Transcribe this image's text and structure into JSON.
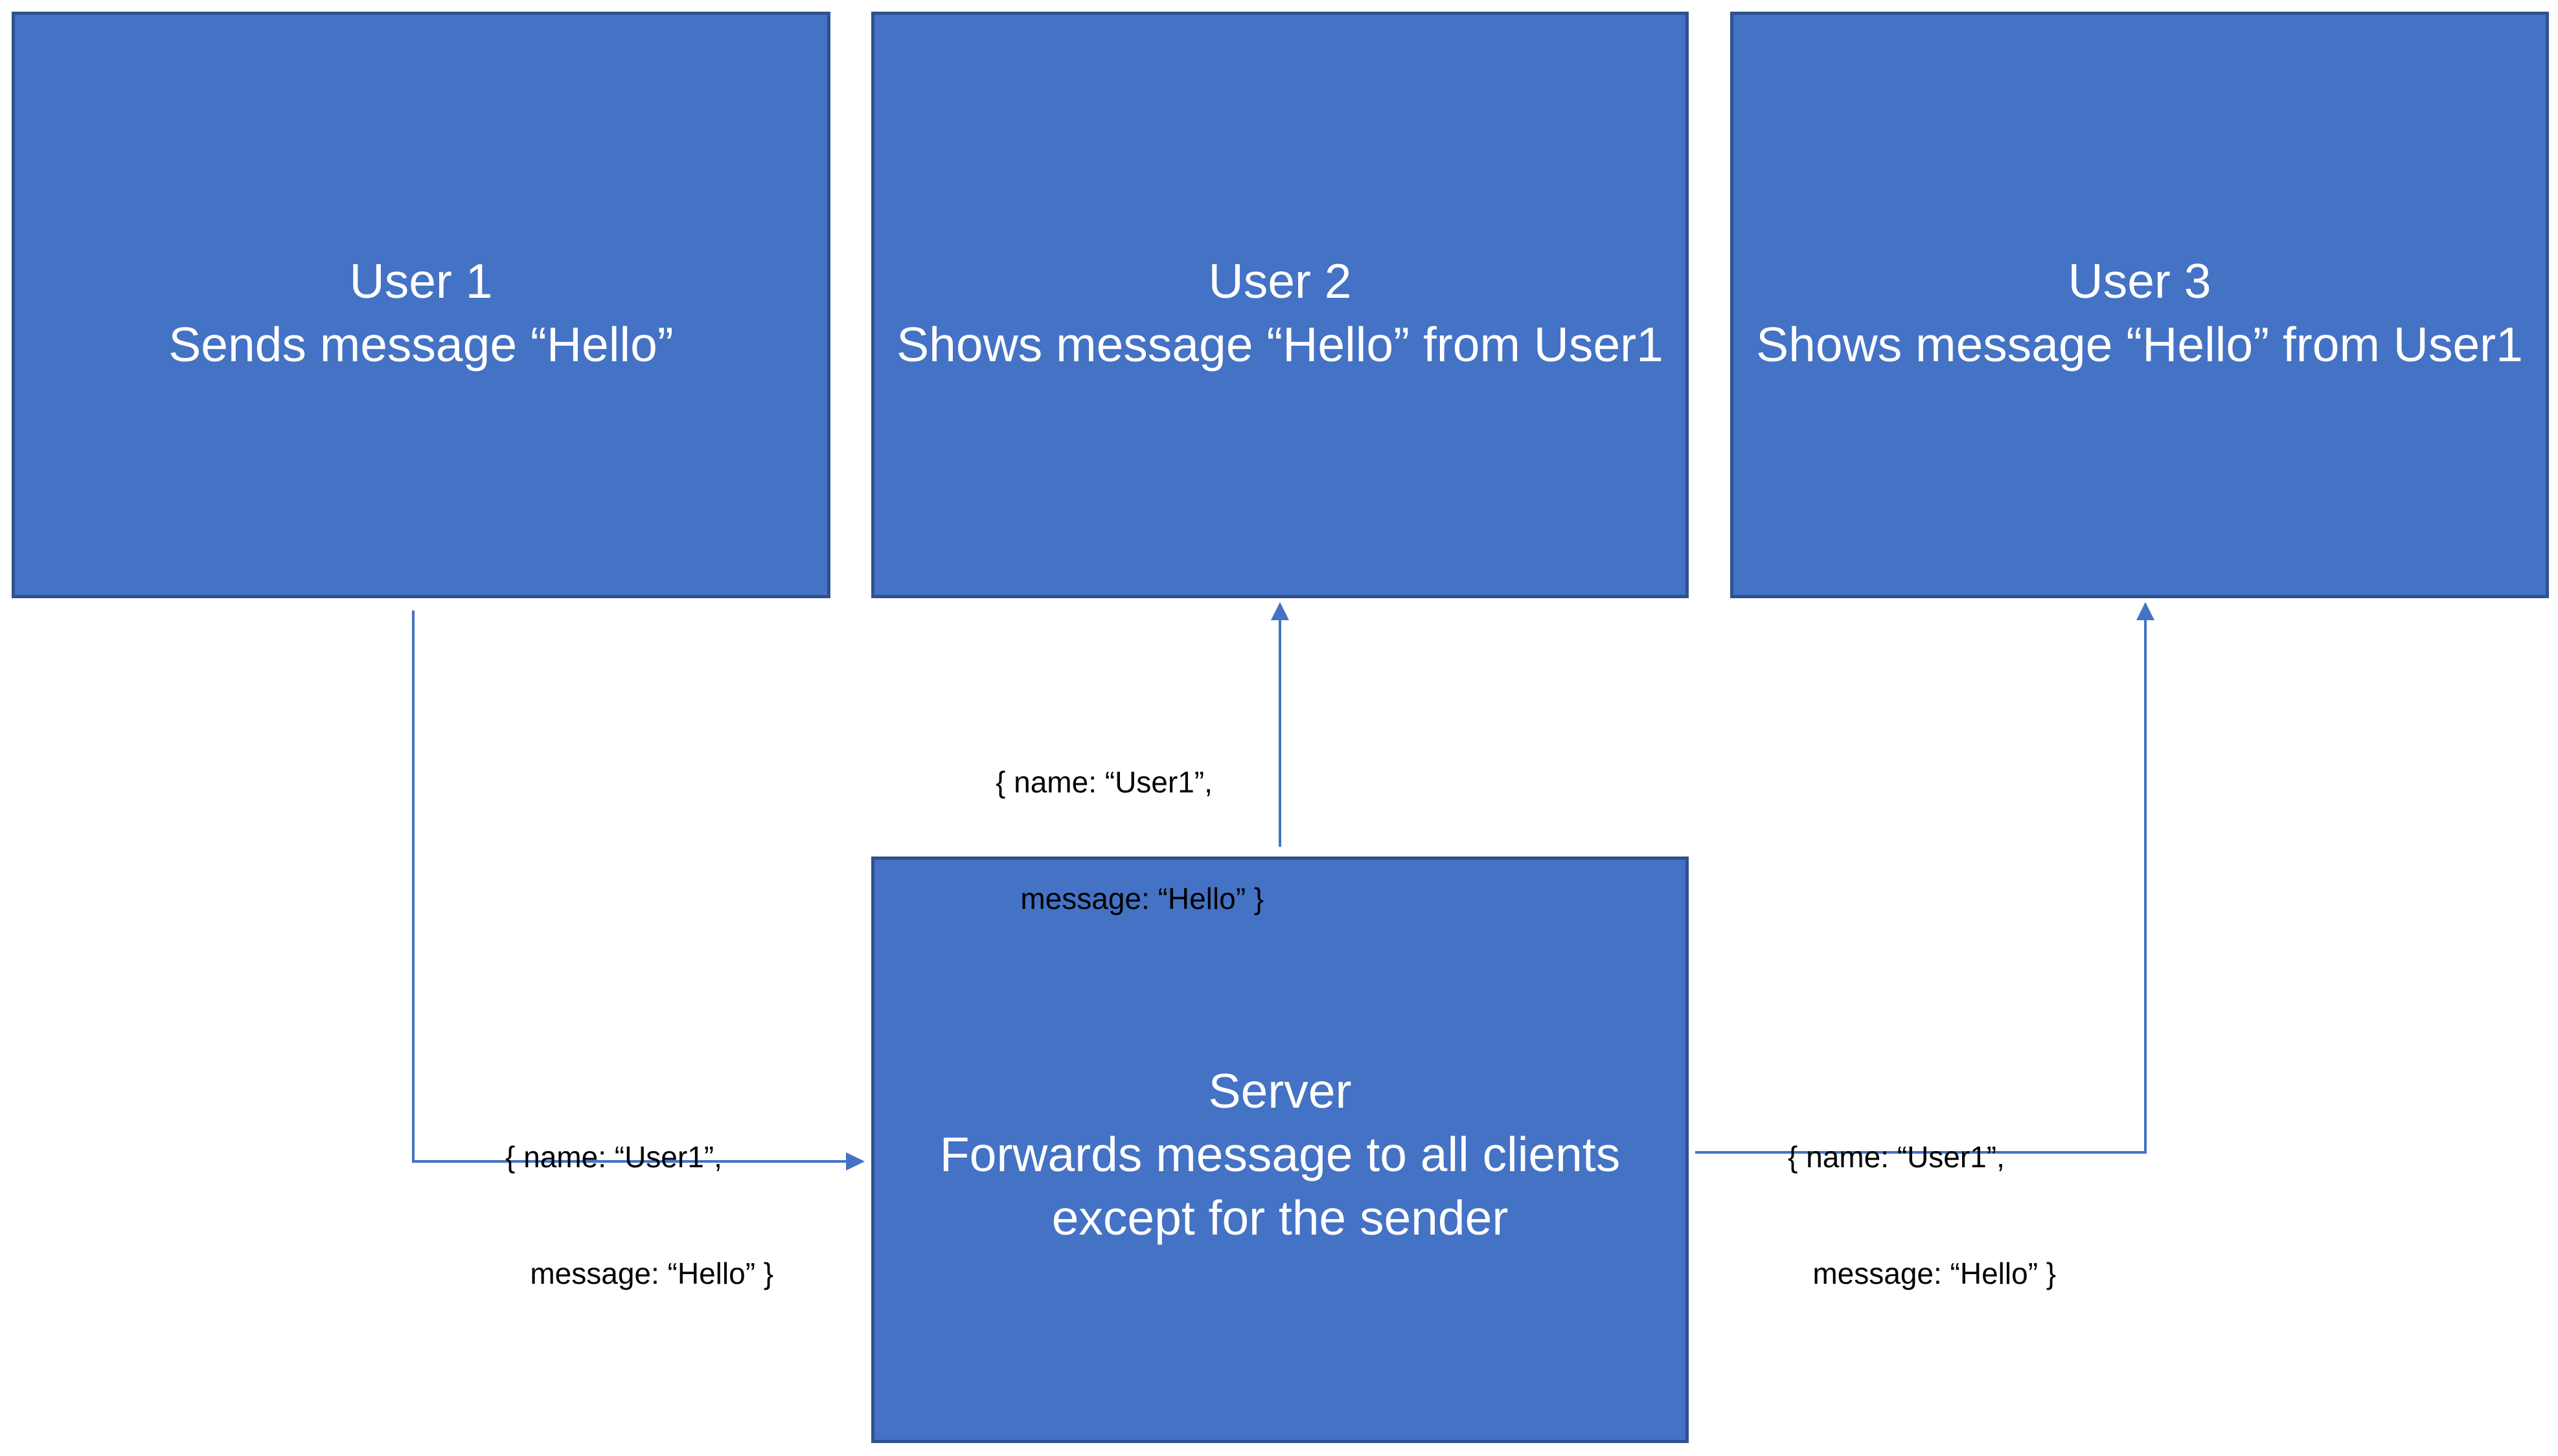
{
  "nodes": {
    "user1": {
      "title": "User 1",
      "subtitle": "Sends message “Hello”"
    },
    "user2": {
      "title": "User 2",
      "subtitle": "Shows message “Hello” from User1"
    },
    "user3": {
      "title": "User 3",
      "subtitle": "Shows message “Hello” from User1"
    },
    "server": {
      "title": "Server",
      "line2": "Forwards message to all clients",
      "line3": "except for the sender"
    }
  },
  "edges": {
    "user1_to_server": {
      "line1": "{ name: “User1”,",
      "line2": "   message: “Hello” }"
    },
    "server_to_user2": {
      "line1": "{ name: “User1”,",
      "line2": "   message: “Hello” }"
    },
    "server_to_user3": {
      "line1": "{ name: “User1”,",
      "line2": "   message: “Hello” }"
    }
  },
  "colors": {
    "box_fill": "#4472c4",
    "box_border": "#2f528f",
    "connector": "#4472c4",
    "box_text": "#ffffff",
    "label_text": "#000000"
  }
}
